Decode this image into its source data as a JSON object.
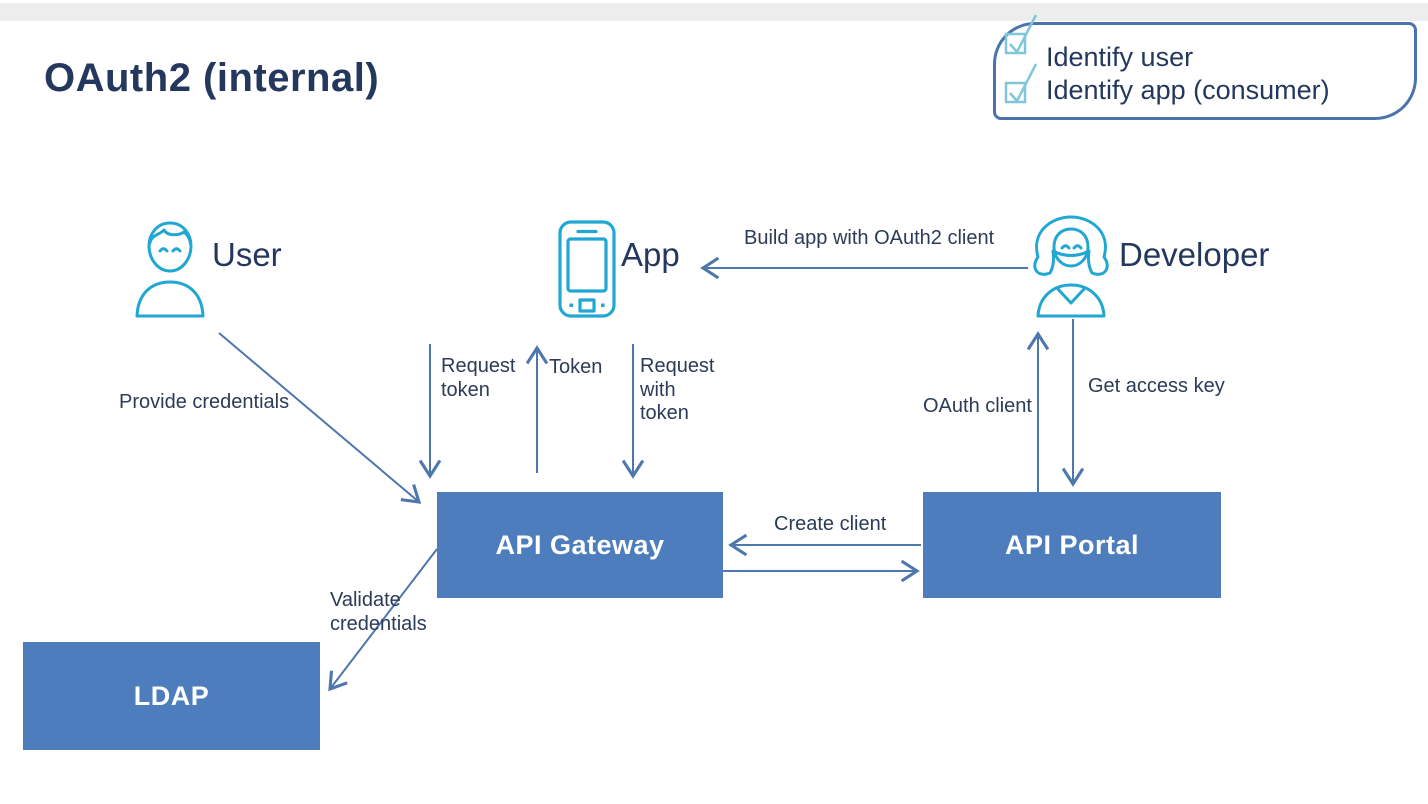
{
  "slide": {
    "title": "OAuth2 (internal)"
  },
  "callout": {
    "items": [
      {
        "icon": "checkbox-checked-icon",
        "label": "Identify user"
      },
      {
        "icon": "checkbox-checked-icon",
        "label": "Identify app (consumer)"
      }
    ]
  },
  "actors": {
    "user": {
      "icon": "user-icon",
      "label": "User"
    },
    "app": {
      "icon": "smartphone-icon",
      "label": "App"
    },
    "developer": {
      "icon": "developer-icon",
      "label": "Developer"
    }
  },
  "systems": {
    "api_gateway": {
      "label": "API Gateway"
    },
    "api_portal": {
      "label": "API Portal"
    },
    "ldap": {
      "label": "LDAP"
    }
  },
  "flows": {
    "build_app": {
      "label": "Build app with OAuth2 client",
      "from": "Developer",
      "to": "App"
    },
    "provide_credentials": {
      "label": "Provide credentials",
      "from": "User",
      "to": "API Gateway"
    },
    "request_token": {
      "label": "Request token",
      "from": "App",
      "to": "API Gateway"
    },
    "token": {
      "label": "Token",
      "from": "API Gateway",
      "to": "App"
    },
    "request_with_token": {
      "label": "Request with token",
      "from": "App",
      "to": "API Gateway"
    },
    "create_client": {
      "label": "Create client",
      "from": "API Portal",
      "to": "API Gateway"
    },
    "oauth_client": {
      "label": "OAuth client",
      "from": "API Portal",
      "to": "Developer"
    },
    "get_access_key": {
      "label": "Get access key",
      "from": "Developer",
      "to": "API Portal"
    },
    "validate_credentials": {
      "label": "Validate credentials",
      "from": "API Gateway",
      "to": "LDAP"
    }
  },
  "colors": {
    "title_text": "#24385e",
    "label_text": "#2b3b58",
    "node_fill": "#4e7dbd",
    "node_text": "#ffffff",
    "arrow": "#4d77ad",
    "callout_border": "#4a74ad",
    "checkbox": "#7fc6da",
    "person_icon": "#21a7d3",
    "top_band": "#ededed",
    "background": "#ffffff"
  }
}
